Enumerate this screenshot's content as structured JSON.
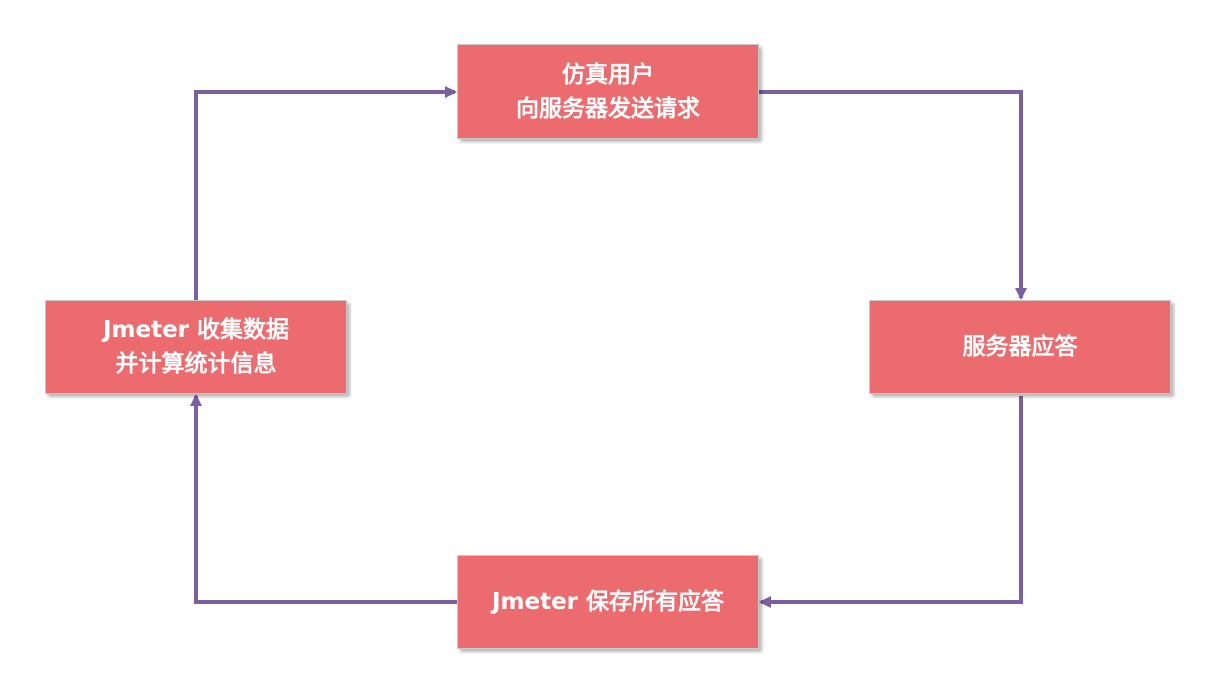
{
  "diagram": {
    "line_color": "#7b5fa3",
    "box_color": "#eb6b6e",
    "text_color": "#ffffff",
    "boxes": {
      "simulate": {
        "line1": "仿真用户",
        "line2": "向服务器发送请求"
      },
      "server": {
        "line1": "服务器应答"
      },
      "save": {
        "line1": "Jmeter 保存所有应答"
      },
      "collect": {
        "line1": "Jmeter 收集数据",
        "line2": "并计算统计信息"
      }
    },
    "flow": [
      "simulate",
      "server",
      "save",
      "collect",
      "simulate"
    ]
  }
}
